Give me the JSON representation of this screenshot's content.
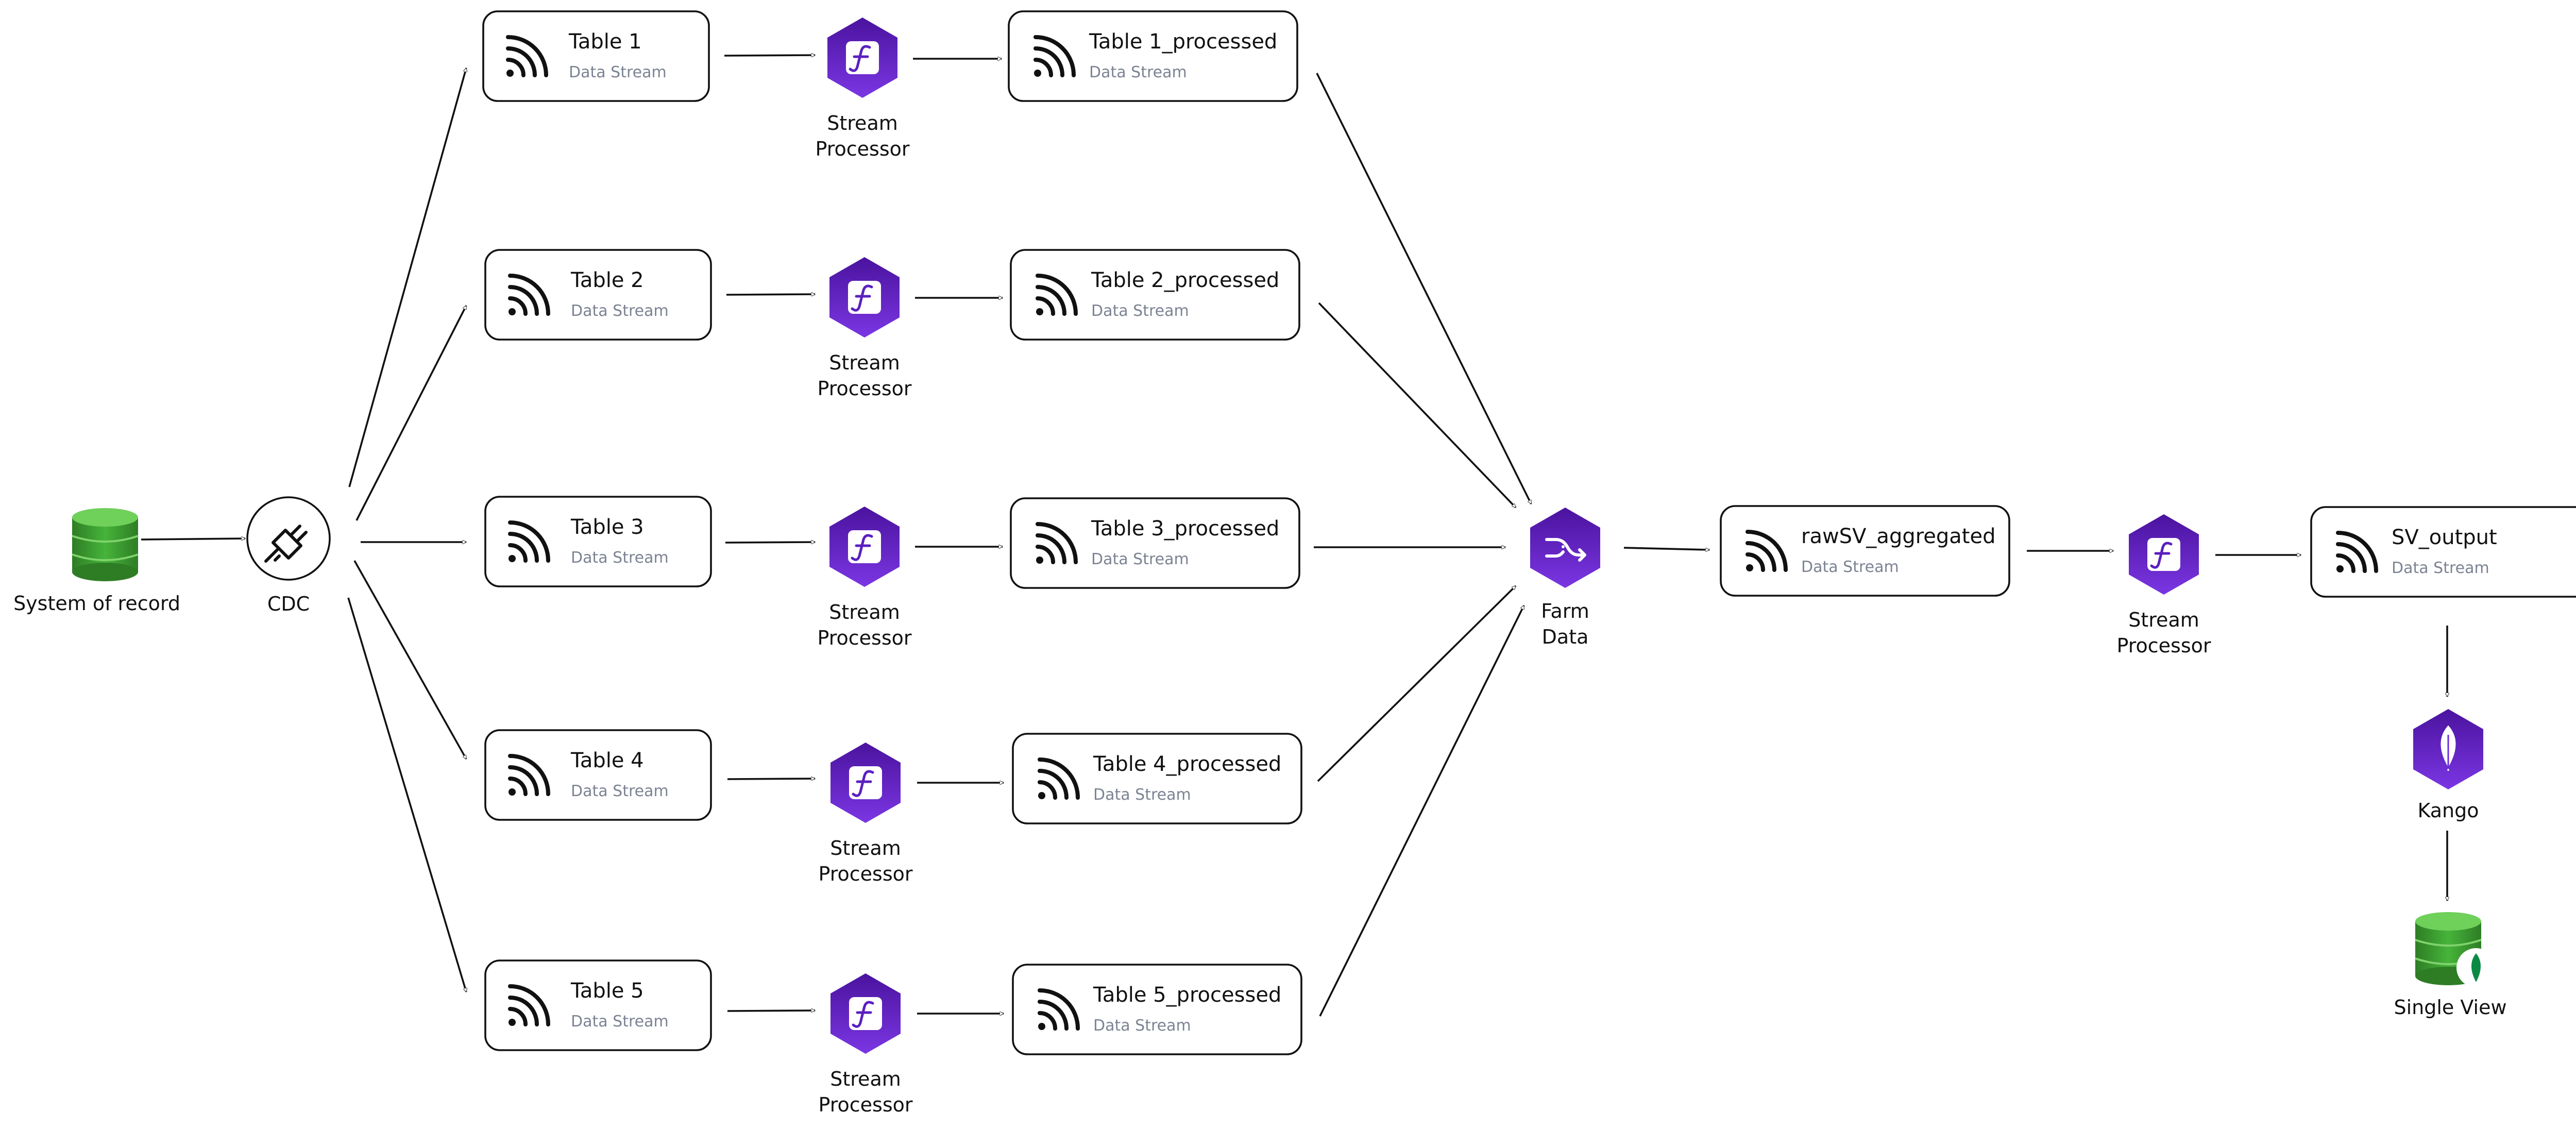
{
  "nodes": {
    "system_of_record": {
      "label": "System of record",
      "icon": "database-icon"
    },
    "cdc": {
      "label": "CDC",
      "icon": "plug-icon"
    },
    "farm_data": {
      "label_line1": "Farm",
      "label_line2": "Data",
      "icon": "shuffle-icon"
    },
    "kango": {
      "label": "Kango",
      "icon": "leaf-icon"
    },
    "single_view": {
      "label": "Single View",
      "icon": "database-leaf-icon"
    }
  },
  "processor_label": {
    "line1": "Stream",
    "line2": "Processor"
  },
  "streams": {
    "tables": [
      {
        "title": "Table 1",
        "subtitle": "Data Stream"
      },
      {
        "title": "Table 2",
        "subtitle": "Data Stream"
      },
      {
        "title": "Table 3",
        "subtitle": "Data Stream"
      },
      {
        "title": "Table 4",
        "subtitle": "Data Stream"
      },
      {
        "title": "Table 5",
        "subtitle": "Data Stream"
      }
    ],
    "processed": [
      {
        "title": "Table 1_processed",
        "subtitle": "Data Stream"
      },
      {
        "title": "Table 2_processed",
        "subtitle": "Data Stream"
      },
      {
        "title": "Table 3_processed",
        "subtitle": "Data Stream"
      },
      {
        "title": "Table 4_processed",
        "subtitle": "Data Stream"
      },
      {
        "title": "Table 5_processed",
        "subtitle": "Data Stream"
      }
    ],
    "aggregated": {
      "title": "rawSV_aggregated",
      "subtitle": "Data Stream"
    },
    "output": {
      "title": "SV_output",
      "subtitle": "Data Stream"
    }
  },
  "colors": {
    "hexagon_top": "#6c2bd9",
    "hexagon_bottom": "#3f0c8f",
    "database_green": "#3fa535",
    "leaf_green": "#0b8a44"
  }
}
